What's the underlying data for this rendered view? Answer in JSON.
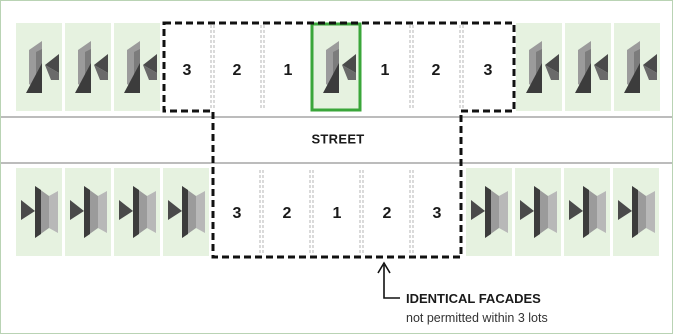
{
  "diagram": {
    "street_label": "STREET",
    "top_row_labels": [
      "3",
      "2",
      "1",
      "1",
      "2",
      "3"
    ],
    "bottom_row_labels": [
      "3",
      "2",
      "1",
      "2",
      "3"
    ],
    "note_title": "IDENTICAL FACADES",
    "note_subtitle": "not permitted within 3 lots",
    "icon": "house-facade-icon"
  },
  "colors": {
    "lot_fill": "#e6f2e0",
    "highlight": "#3aa63a",
    "street_line": "#7a7a7a",
    "dashed_boundary": "#111111",
    "frame_border": "#b9d3b4"
  }
}
